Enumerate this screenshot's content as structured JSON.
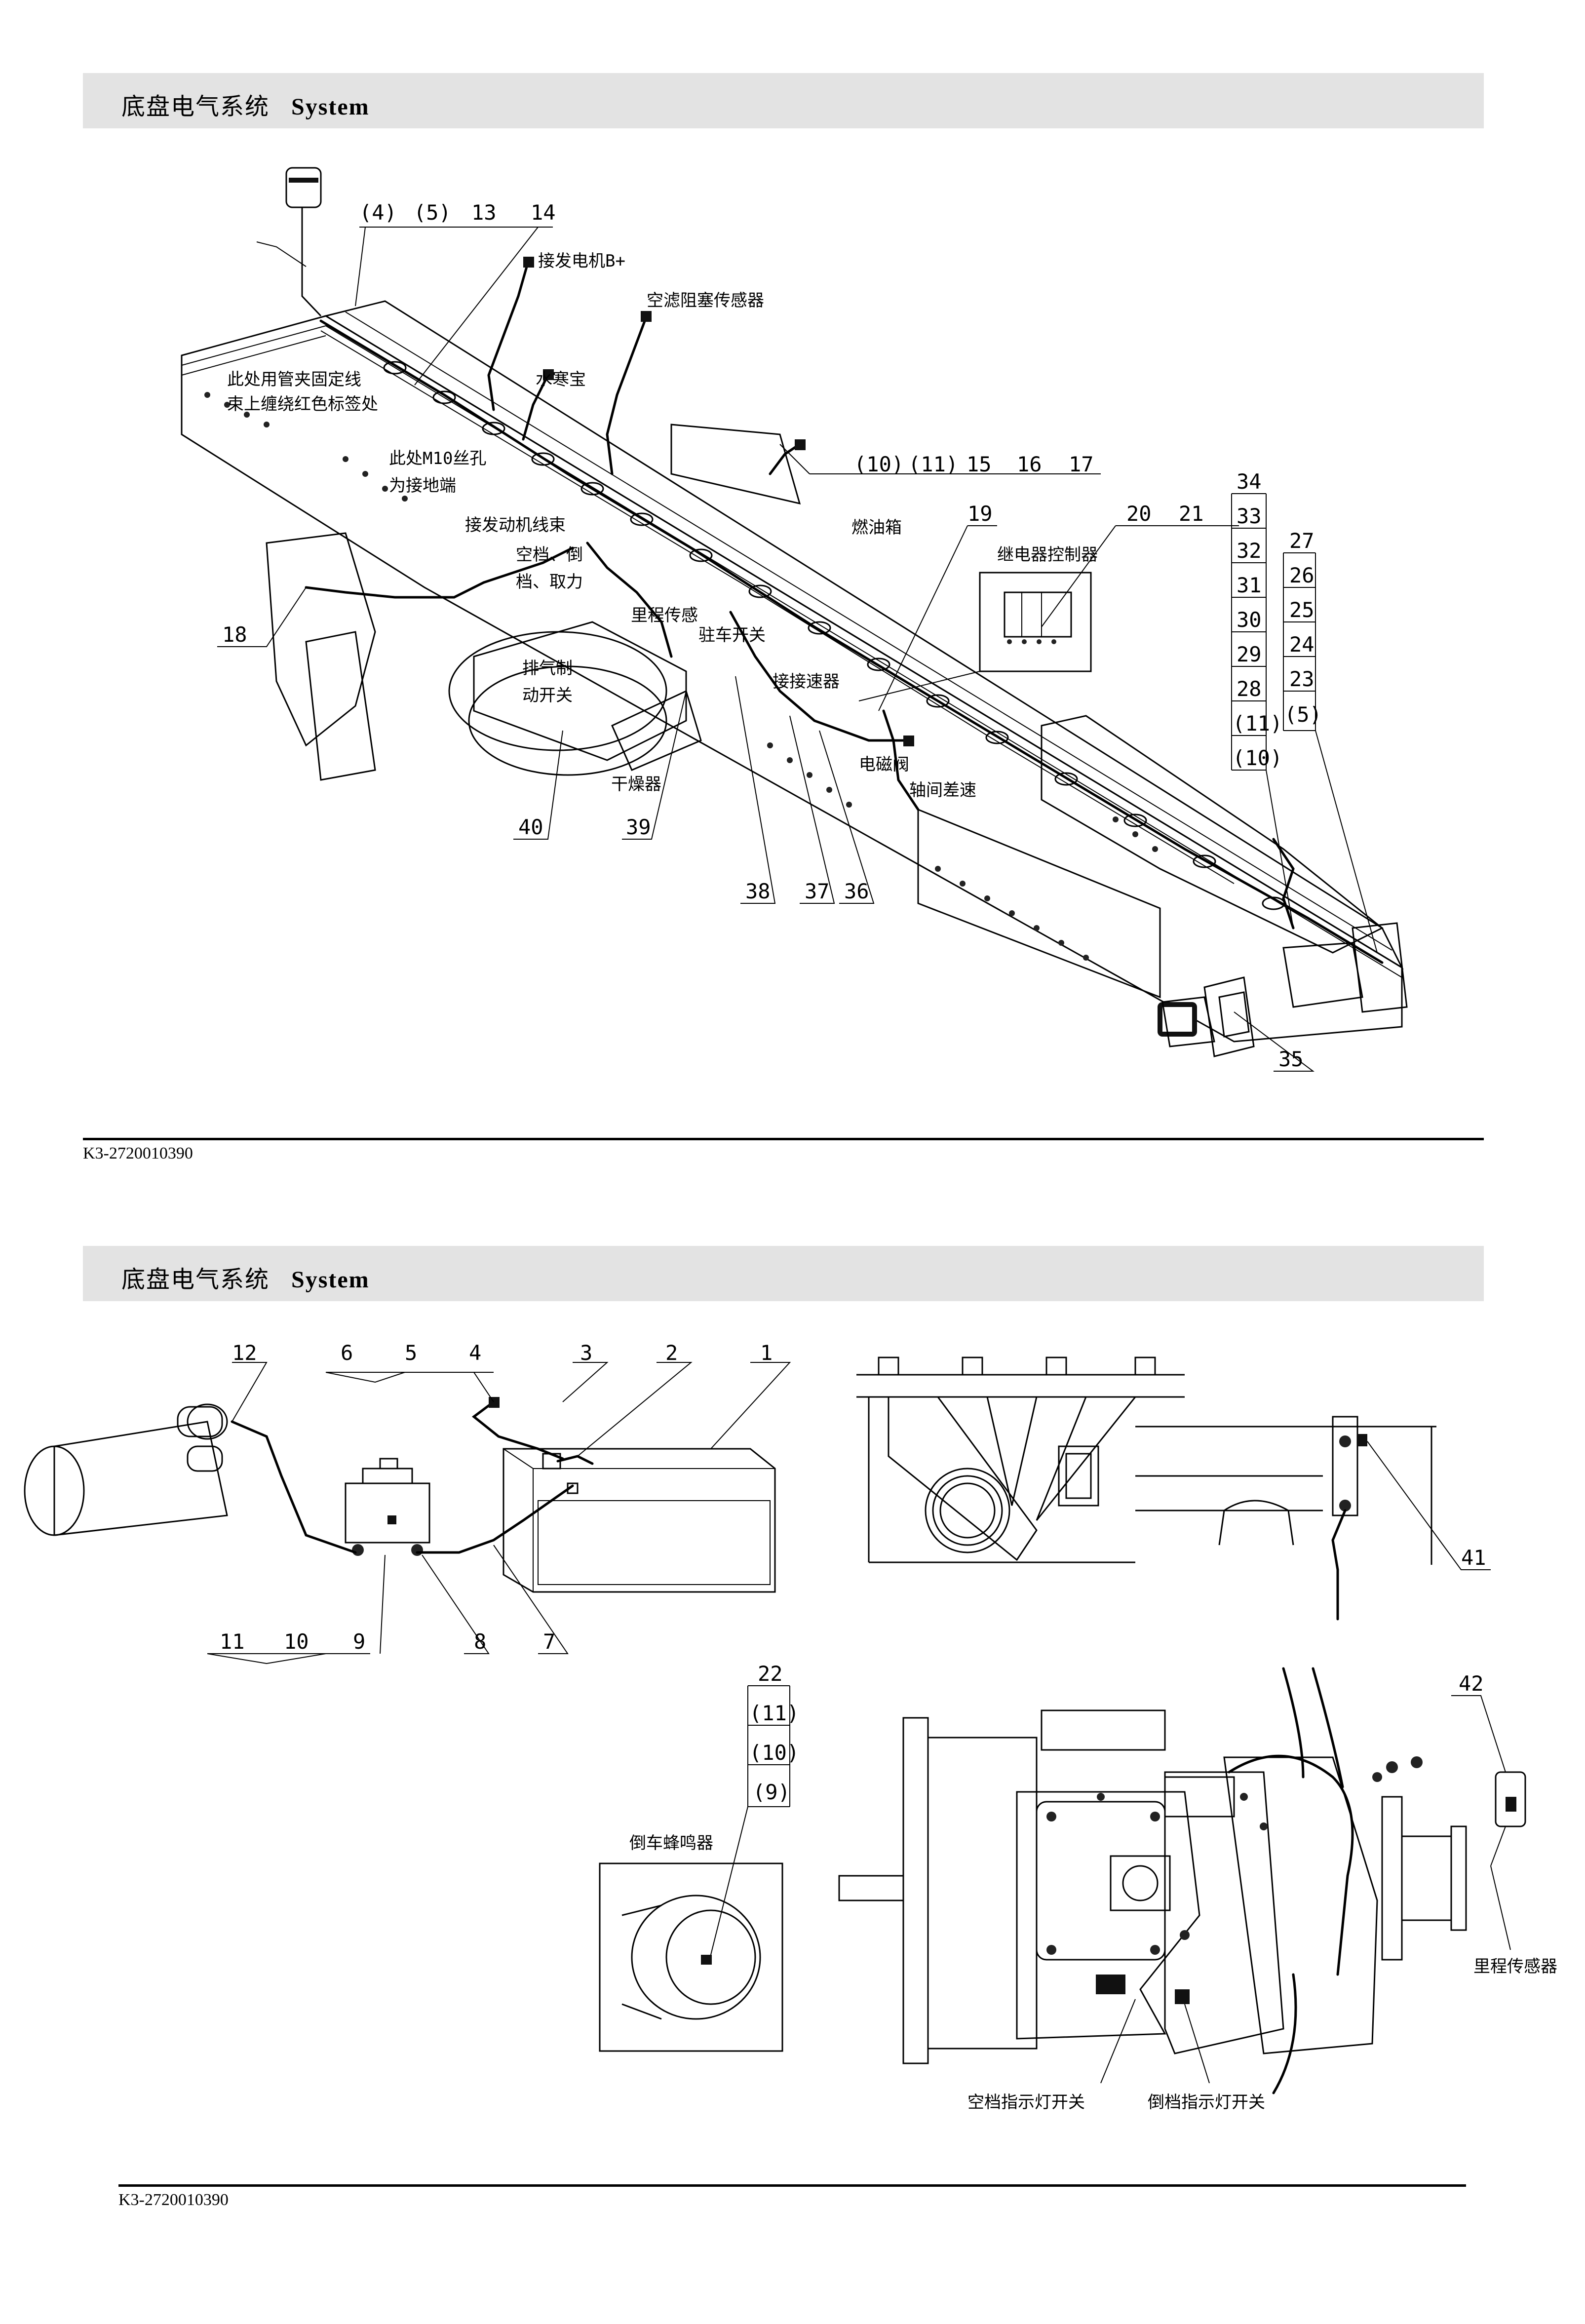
{
  "pages": [
    {
      "header": {
        "title_cn": "底盘电气系统",
        "title_en": "System"
      },
      "footer_code": "K3-2720010390",
      "callouts": {
        "c4": "(4)",
        "c5": "(5)",
        "c13": "13",
        "c14": "14",
        "c10": "(10)",
        "c11": "(11)",
        "c15": "15",
        "c16": "16",
        "c17": "17",
        "c19": "19",
        "c20": "20",
        "c21": "21",
        "c18": "18",
        "c34": "34",
        "c33": "33",
        "c32": "32",
        "c31": "31",
        "c30": "30",
        "c29": "29",
        "c28": "28",
        "c11b": "(11)",
        "c10b": "(10)",
        "c27": "27",
        "c26": "26",
        "c25": "25",
        "c24": "24",
        "c23": "23",
        "c5b": "(5)",
        "c40": "40",
        "c39": "39",
        "c38": "38",
        "c37": "37",
        "c36": "36",
        "c35": "35"
      },
      "labels": {
        "alternator_b": "接发电机B+",
        "air_filter_sensor": "空滤阻塞传感器",
        "water_cup": "水寒宝",
        "pipe_note_1": "此处用管夹固定线",
        "pipe_note_2": "束上缠绕红色标签处",
        "m10_note_1": "此处M10丝孔",
        "m10_note_2": "为接地端",
        "engine_harness": "接发动机线束",
        "neutral_1": "空档、倒",
        "neutral_2": "档、取力",
        "odometer": "里程传感",
        "fuel_tank": "燃油箱",
        "relay_controller": "继电器控制器",
        "parking_switch": "驻车开关",
        "speed_sensor": "接接速器",
        "exhaust_1": "排气制",
        "exhaust_2": "动开关",
        "dryer": "干燥器",
        "solenoid": "电磁阀",
        "differential_lock": "轴间差速"
      }
    },
    {
      "header": {
        "title_cn": "底盘电气系统",
        "title_en": "System"
      },
      "footer_code": "K3-2720010390",
      "callouts": {
        "c12": "12",
        "c6": "6",
        "c5": "5",
        "c4": "4",
        "c3": "3",
        "c2": "2",
        "c1": "1",
        "c11": "11",
        "c10": "10",
        "c9": "9",
        "c8": "8",
        "c7": "7",
        "c22": "22",
        "c11b": "(11)",
        "c10b": "(10)",
        "c9b": "(9)",
        "c41": "41",
        "c42": "42"
      },
      "labels": {
        "reverse_buzzer": "倒车蜂鸣器",
        "odometer_sensor": "里程传感器",
        "neutral_lamp_switch": "空档指示灯开关",
        "reverse_lamp_switch": "倒档指示灯开关"
      }
    }
  ]
}
